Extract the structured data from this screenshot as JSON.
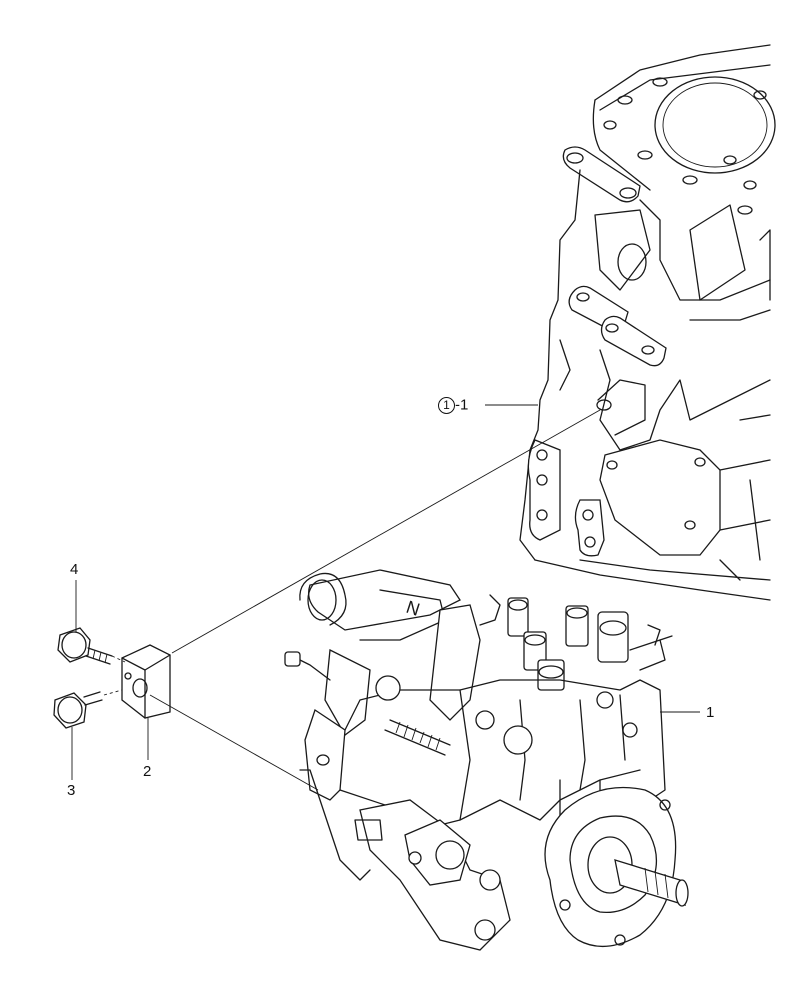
{
  "callouts": {
    "part1": "1",
    "part2": "2",
    "part3": "3",
    "part4": "4",
    "ref_num": "1",
    "ref_suffix": "-1"
  },
  "colors": {
    "ink": "#1a1a1a",
    "paper": "#ffffff"
  },
  "parts": [
    {
      "id": "1",
      "name": "fuel-injection-pump"
    },
    {
      "id": "2",
      "name": "bracket"
    },
    {
      "id": "3",
      "name": "bolt"
    },
    {
      "id": "4",
      "name": "bolt"
    }
  ]
}
